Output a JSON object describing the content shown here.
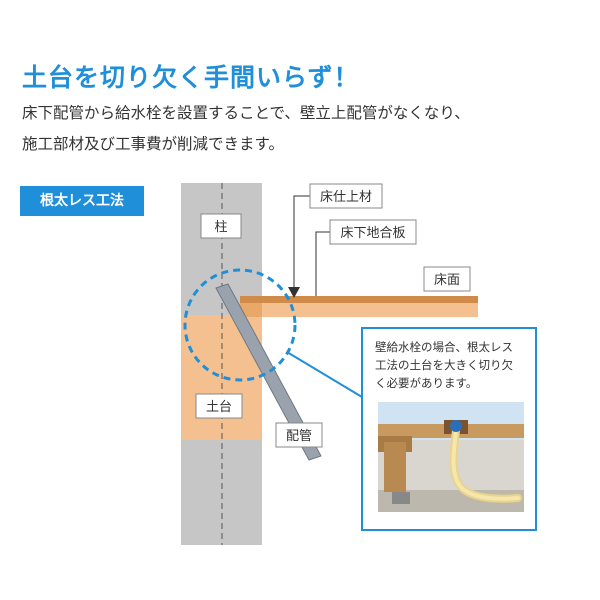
{
  "headline": "土台を切り欠く手間いらず！",
  "description": {
    "line1": "床下配管から給水栓を設置することで、壁立上配管がなくなり、",
    "line2": "施工部材及び工事費が削減できます。"
  },
  "method_label": "根太レス工法",
  "diagram": {
    "labels": {
      "pillar": "柱",
      "sill": "土台",
      "pipe": "配管",
      "floor_finish": "床仕上材",
      "subfloor": "床下地合板",
      "floor_surface": "床面"
    },
    "callout": {
      "text_lines": [
        "壁給水栓の場合、根太レス",
        "工法の土台を大きく切り欠",
        "く必要があります。"
      ]
    },
    "colors": {
      "accent": "#1e8fd8",
      "pillar": "#c6c6c6",
      "sill": "#f4c08f",
      "floor_board": "#e8a868",
      "pipe": "#9aa3ad"
    }
  }
}
